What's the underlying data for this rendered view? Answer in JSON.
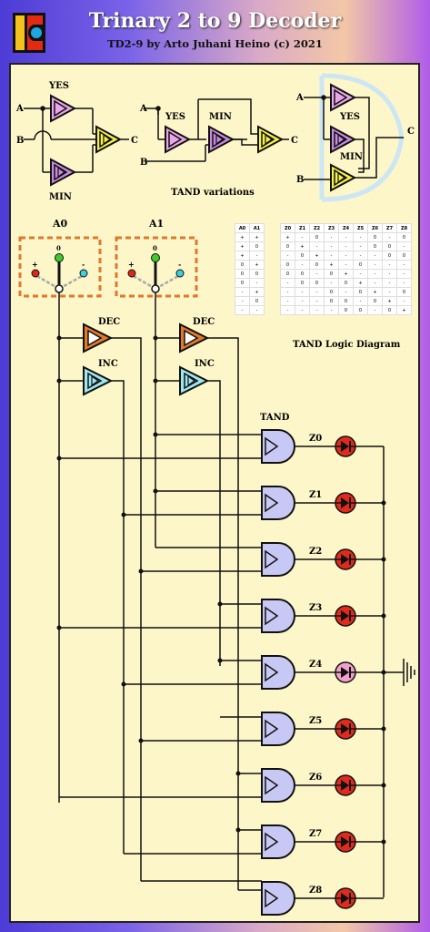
{
  "header": {
    "title": "Trinary 2 to 9 Decoder",
    "subtitle": "TD2-9 by Arto Juhani Heino (c) 2021"
  },
  "variations": {
    "caption": "TAND variations",
    "v1": {
      "a": "A",
      "b": "B",
      "c": "C",
      "yes": "YES",
      "min": "MIN"
    },
    "v2": {
      "a": "A",
      "b": "B",
      "c": "C",
      "yes": "YES",
      "min": "MIN"
    },
    "v3": {
      "a": "A",
      "b": "B",
      "c": "C",
      "yes": "YES",
      "min": "MIN"
    }
  },
  "inputs": [
    {
      "label": "A0",
      "plus": "+",
      "zero": "0",
      "minus": "-"
    },
    {
      "label": "A1",
      "plus": "+",
      "zero": "0",
      "minus": "-"
    }
  ],
  "gates": {
    "dec": "DEC",
    "inc": "INC",
    "tand": "TAND"
  },
  "outputs": [
    "Z0",
    "Z1",
    "Z2",
    "Z3",
    "Z4",
    "Z5",
    "Z6",
    "Z7",
    "Z8"
  ],
  "input_table": {
    "headers": [
      "A0",
      "A1"
    ],
    "rows": [
      [
        "+",
        "+"
      ],
      [
        "+",
        "0"
      ],
      [
        "+",
        "-"
      ],
      [
        "0",
        "+"
      ],
      [
        "0",
        "0"
      ],
      [
        "0",
        "-"
      ],
      [
        "-",
        "+"
      ],
      [
        "-",
        "0"
      ],
      [
        "-",
        "-"
      ]
    ]
  },
  "output_table": {
    "headers": [
      "Z0",
      "Z1",
      "Z2",
      "Z3",
      "Z4",
      "Z5",
      "Z6",
      "Z7",
      "Z8"
    ],
    "rows": [
      [
        "+",
        "-",
        "0",
        "-",
        "-",
        "-",
        "0",
        "-",
        "0"
      ],
      [
        "0",
        "+",
        "-",
        "-",
        "-",
        "-",
        "0",
        "0",
        "-"
      ],
      [
        "-",
        "0",
        "+",
        "-",
        "-",
        "-",
        "-",
        "0",
        "0"
      ],
      [
        "0",
        "-",
        "0",
        "+",
        "-",
        "0",
        "-",
        "-",
        "-"
      ],
      [
        "0",
        "0",
        "-",
        "0",
        "+",
        "-",
        "-",
        "-",
        "-"
      ],
      [
        "-",
        "0",
        "0",
        "-",
        "0",
        "+",
        "-",
        "-",
        "-"
      ],
      [
        "-",
        "-",
        "-",
        "0",
        "-",
        "0",
        "+",
        "-",
        "0"
      ],
      [
        "-",
        "-",
        "-",
        "0",
        "0",
        "-",
        "0",
        "+",
        "-"
      ],
      [
        "-",
        "-",
        "-",
        "-",
        "0",
        "0",
        "-",
        "0",
        "+"
      ]
    ]
  },
  "diagram_caption": "TAND Logic Diagram",
  "colors": {
    "yes": "#e9a6e8",
    "min": "#c98be0",
    "tand_small": "#f6f04a",
    "dec": "#e07a2a",
    "inc": "#9fe6ef",
    "tand": "#c8c8f5",
    "led_on": "#e02a1c",
    "led_dim": "#f2a0c8",
    "frame": "#e0782c"
  }
}
